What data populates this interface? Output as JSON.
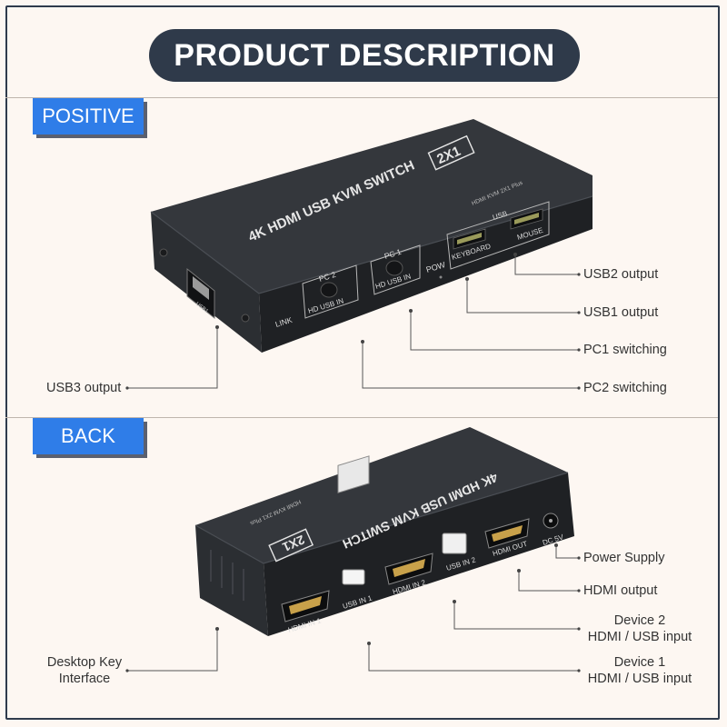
{
  "header": {
    "title": "PRODUCT DESCRIPTION"
  },
  "sections": {
    "positive": {
      "label": "POSITIVE"
    },
    "back": {
      "label": "BACK"
    }
  },
  "front_device": {
    "top_label": "4K HDMI USB KVM SWITCH",
    "badge": "2X1",
    "model": "HDMI KVM 2X1 Plus",
    "usb_group_label": "USB",
    "keyboard_label": "KEYBOARD",
    "mouse_label": "MOUSE",
    "pow_label": "POW",
    "pc1_label": "PC 1",
    "pc2_label": "PC 2",
    "led_labels": "HD USB IN",
    "link_label": "LINK",
    "side_port_label": "USB1"
  },
  "back_device": {
    "top_label": "4K HDMI USB KVM SWITCH",
    "badge": "2X1",
    "model": "HDMI KVM 2X1 Plus",
    "hdmi_in1": "HDMI IN 1",
    "usb_in1": "USB IN 1",
    "hdmi_in2": "HDMI IN 2",
    "usb_in2": "USB IN 2",
    "hdmi_out": "HDMI OUT",
    "dc": "DC 5V"
  },
  "callouts": {
    "usb2_output": "USB2 output",
    "usb1_output": "USB1 output",
    "pc1_switching": "PC1 switching",
    "pc2_switching": "PC2 switching",
    "usb3_output": "USB3 output",
    "power_supply": "Power Supply",
    "hdmi_output": "HDMI output",
    "device2_line1": "Device 2",
    "device2_line2": "HDMI / USB input",
    "device1_line1": "Device 1",
    "device1_line2": "HDMI / USB input",
    "desktop_key_line1": "Desktop Key",
    "desktop_key_line2": "Interface"
  },
  "colors": {
    "background": "#fdf7f2",
    "title_pill": "#2f3a4a",
    "section_tab": "#2f7de8",
    "device_body": "#2a2d31"
  }
}
